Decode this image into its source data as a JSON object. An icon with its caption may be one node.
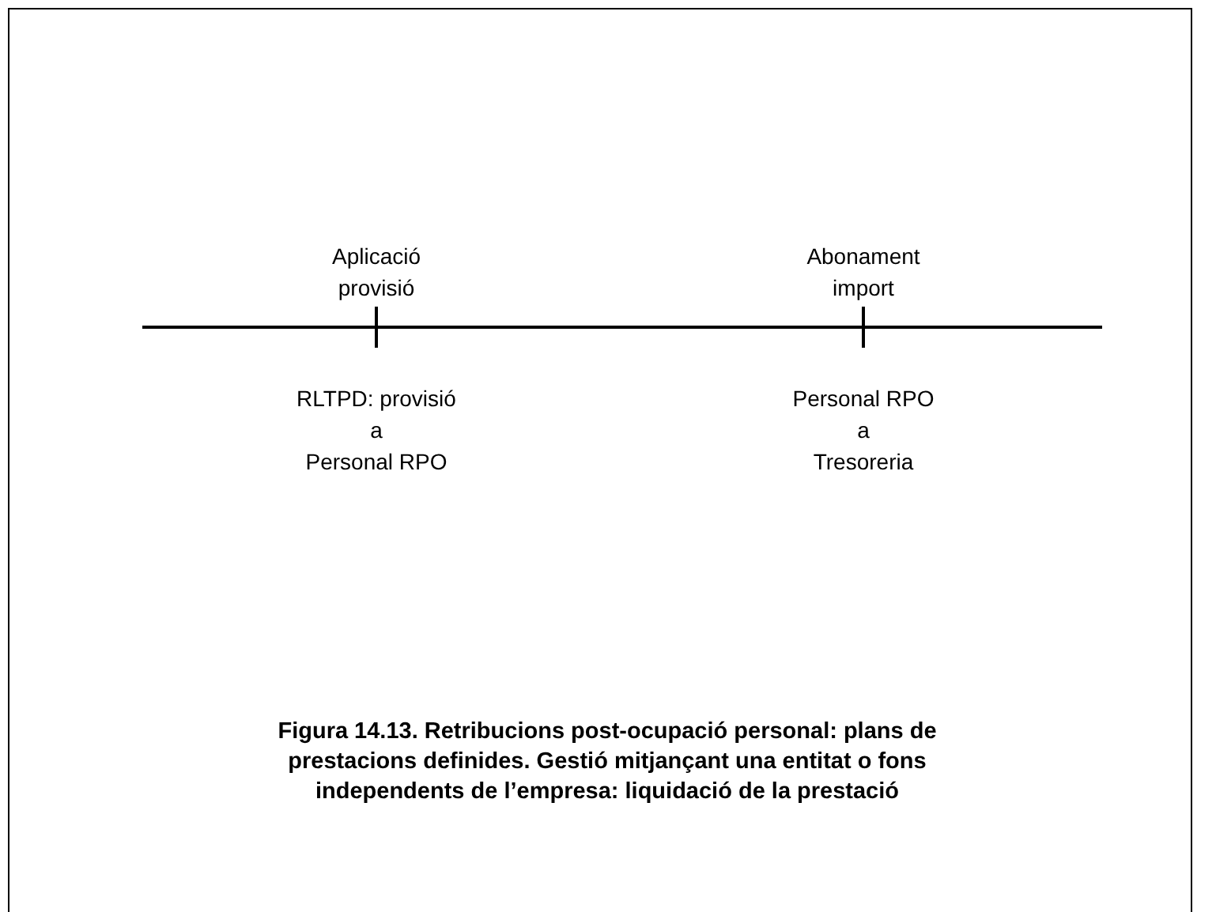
{
  "diagram": {
    "caption": "Figura 14.13. Retribucions post-ocupació personal: plans de prestacions definides. Gestió mitjançant una entitat o fons independents de l’empresa: liquidació de la prestació",
    "labels": [
      "Aplicació provisió",
      "Abonament import",
      "RLTPD: provisió",
      "a",
      "Personal RPO",
      "Personal RPO",
      "a",
      "Tresoreria"
    ]
  }
}
